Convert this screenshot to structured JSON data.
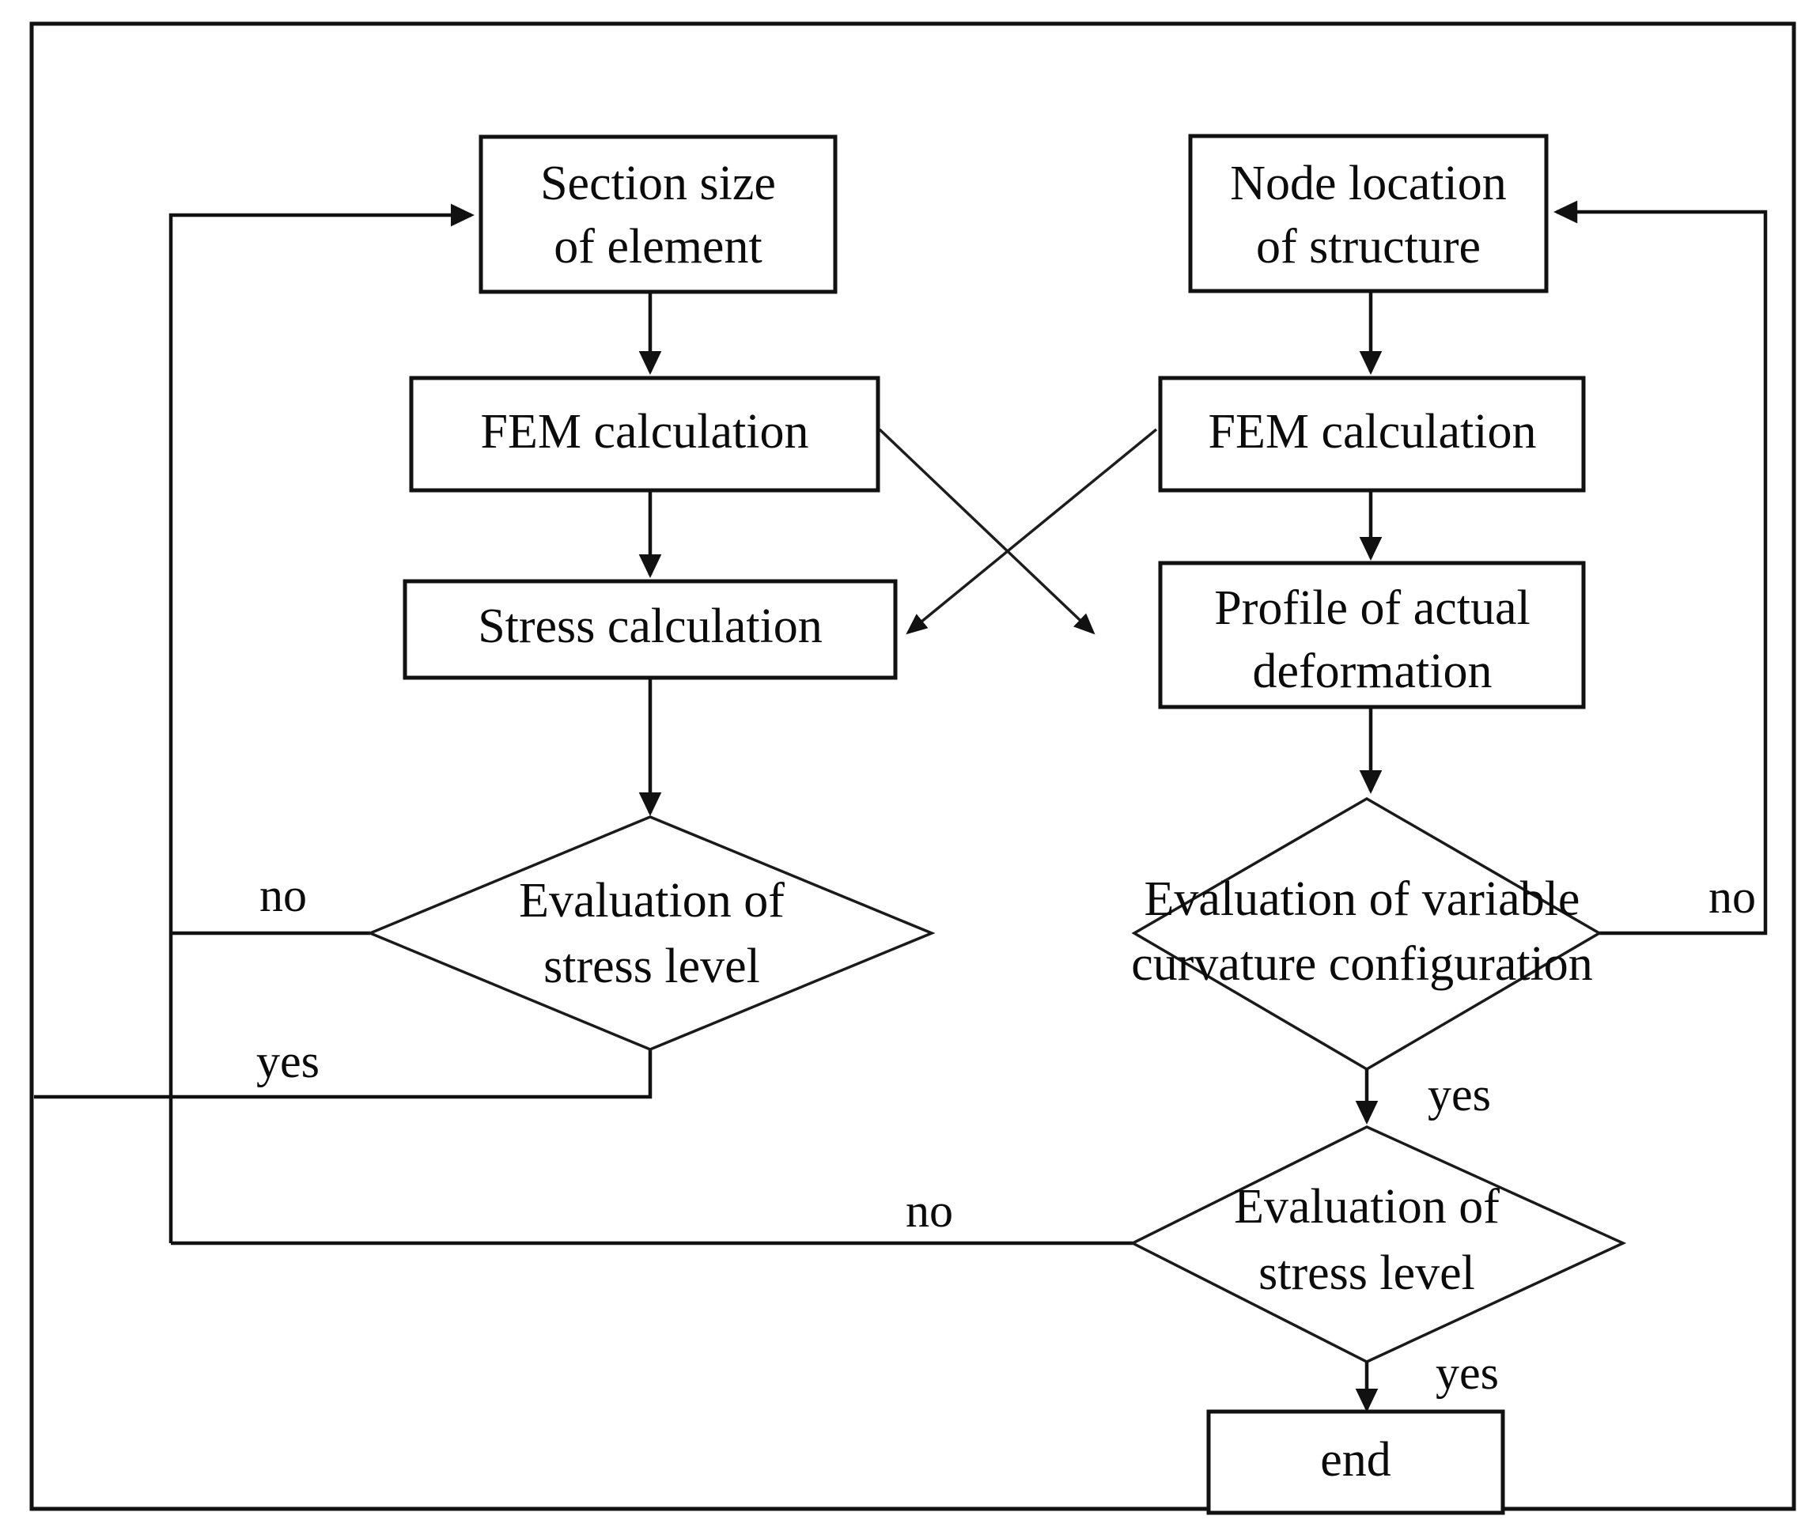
{
  "diagram": {
    "title": "FEM design iteration flowchart",
    "type": "flowchart",
    "colors": {
      "background": "#ffffff",
      "stroke": "#111111",
      "text": "#0b0b0b"
    },
    "nodes": {
      "section_size": {
        "line1": "Section size",
        "line2": "of element"
      },
      "fem_left": {
        "line1": "FEM calculation"
      },
      "stress_calc": {
        "line1": "Stress calculation"
      },
      "eval_stress_left": {
        "line1": "Evaluation of",
        "line2": "stress level"
      },
      "node_location": {
        "line1": "Node location",
        "line2": "of structure"
      },
      "fem_right": {
        "line1": "FEM calculation"
      },
      "profile_deformation": {
        "line1": "Profile of actual",
        "line2": "deformation"
      },
      "eval_curvature": {
        "line1": "Evaluation of variable",
        "line2": "curvature configuration"
      },
      "eval_stress_bottom": {
        "line1": "Evaluation of",
        "line2": "stress level"
      },
      "end": {
        "line1": "end"
      }
    },
    "edge_labels": {
      "left_no": "no",
      "left_yes": "yes",
      "right_no": "no",
      "right_yes": "yes",
      "bottom_no": "no",
      "bottom_yes": "yes"
    }
  }
}
